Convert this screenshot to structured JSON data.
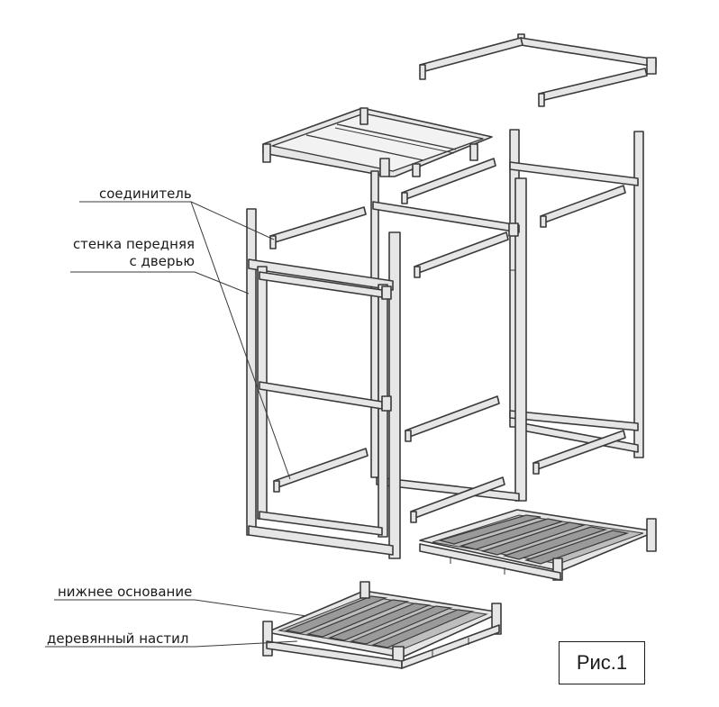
{
  "labels": {
    "connector": "соединитель",
    "front_wall_line1": "стенка передняя",
    "front_wall_line2": "с дверью",
    "bottom_base": "нижнее основание",
    "wooden_deck": "деревянный настил"
  },
  "caption": "Рис.1",
  "colors": {
    "stroke": "#3a3a3a",
    "beam_fill": "#e6e6e6",
    "deck_fill": "#9a9a9a",
    "text": "#1a1a1a"
  }
}
